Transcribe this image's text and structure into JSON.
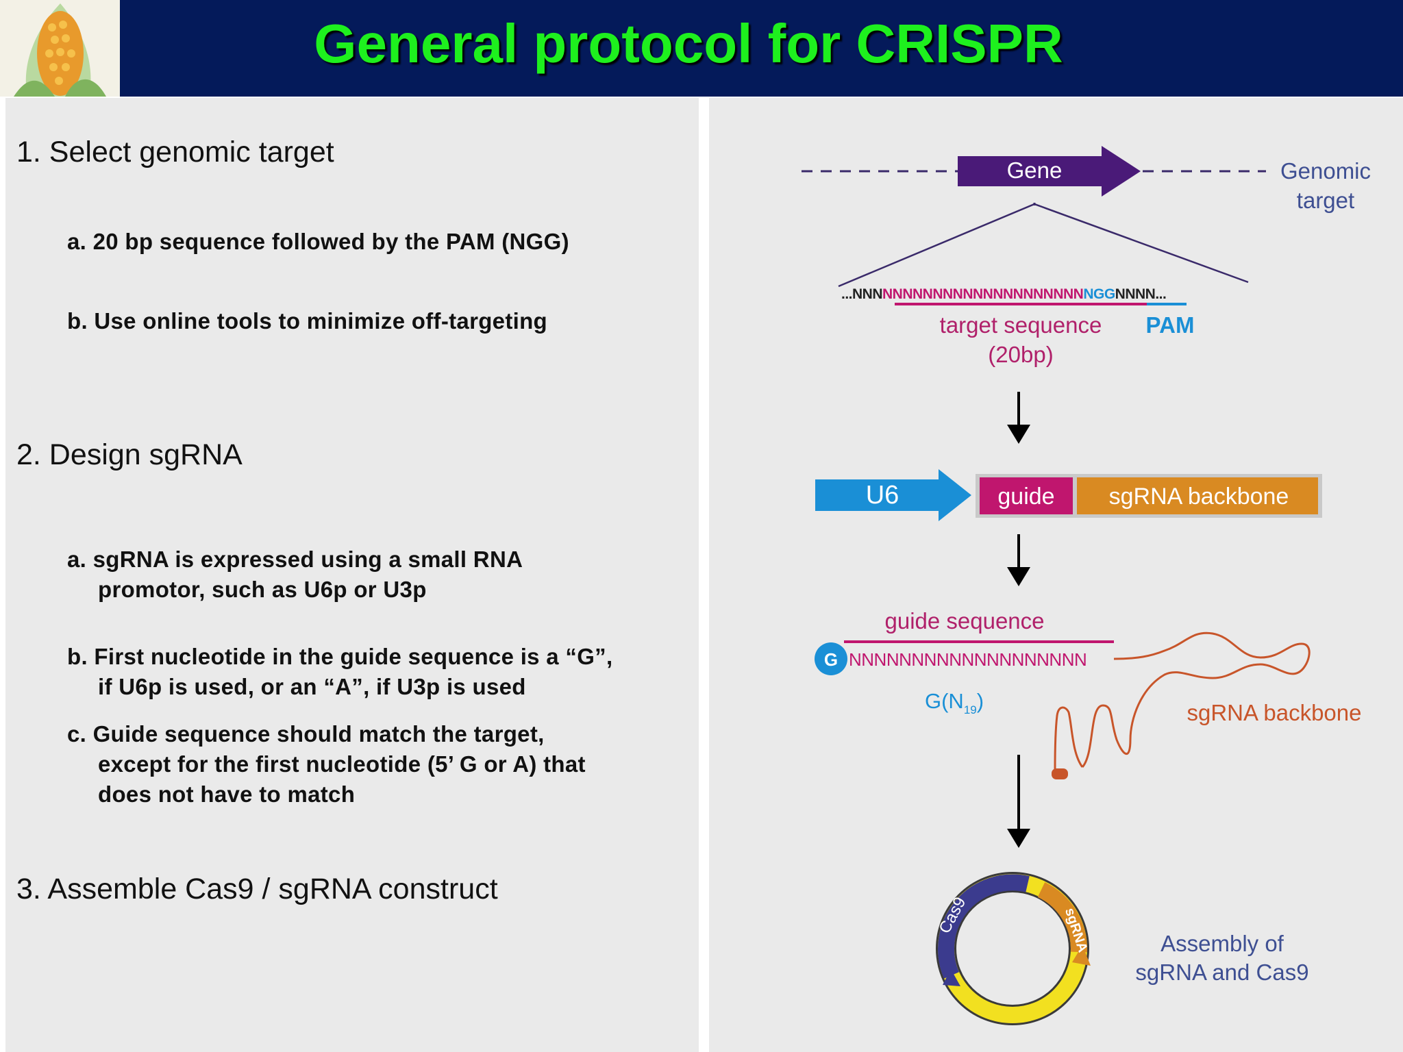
{
  "title": "General protocol for CRISPR",
  "steps": [
    {
      "heading": "1. Select genomic target",
      "items": [
        [
          "a. 20 bp sequence followed by the PAM (NGG)"
        ],
        [
          "b. Use online tools to minimize off-targeting"
        ]
      ]
    },
    {
      "heading": "2. Design sgRNA",
      "items": [
        [
          "a. sgRNA is expressed using a small RNA",
          "promotor, such as U6p or U3p"
        ],
        [
          "b. First nucleotide in the guide sequence is a “G”,",
          "if U6p is used, or an “A”, if U3p is used"
        ],
        [
          "c. Guide sequence should match the target,",
          "except for the first nucleotide (5’ G or A) that",
          "does not have to match"
        ]
      ]
    },
    {
      "heading": "3. Assemble Cas9 / sgRNA construct",
      "items": []
    }
  ],
  "diagram": {
    "gene_label": "Gene",
    "genomic_target": [
      "Genomic",
      "target"
    ],
    "sequence": {
      "prefix": "...NNN",
      "target": "NNNNNNNNNNNNNNNNNNNN",
      "pam": "NGG",
      "suffix": "NNNN..."
    },
    "target_label": [
      "target sequence",
      "(20bp)"
    ],
    "pam_label": "PAM",
    "u6_label": "U6",
    "guide_label": "guide",
    "backbone_box_label": "sgRNA backbone",
    "guide_sequence_label": "guide sequence",
    "g_nucleotide": "G",
    "guide_n": "NNNNNNNNNNNNNNNNNNN",
    "gn_label": {
      "main": "G(N",
      "sub": "19",
      "close": ")"
    },
    "sgrna_backbone_label": "sgRNA backbone",
    "plasmid_cas9": "Cas9",
    "plasmid_sgrna": "sgRNA",
    "assembly_label": [
      "Assembly of",
      "sgRNA and Cas9"
    ],
    "colors": {
      "gene": "#4a1a78",
      "magenta": "#c0166e",
      "blue": "#1a8fd6",
      "orange": "#d98a22",
      "backbone_line": "#c8552a",
      "cas9_segment": "#3b3b8e",
      "plasmid_yellow": "#f2e020",
      "label_blue": "#3e4f92"
    }
  }
}
